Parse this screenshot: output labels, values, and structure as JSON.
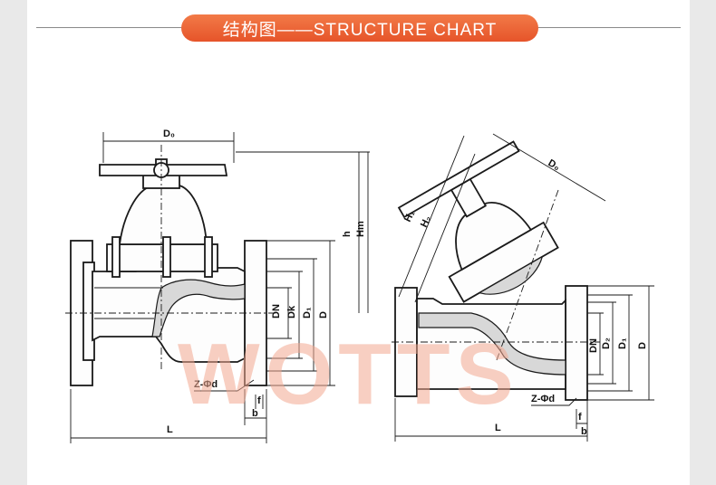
{
  "header": {
    "title": "结构图——STRUCTURE CHART",
    "accent_color": "#e95f33"
  },
  "watermark": "WOTTS",
  "left_valve": {
    "labels": {
      "d0": "D₀",
      "h": "h",
      "hm": "Hm",
      "dn": "DN",
      "dk": "Dk",
      "d1": "D₁",
      "d": "D",
      "bolts": "Z-Φd",
      "f": "f",
      "b": "b",
      "l": "L"
    }
  },
  "right_valve": {
    "labels": {
      "d0": "D₀",
      "h1": "H₁",
      "h2": "H₂",
      "dn": "DN",
      "d2": "D₂",
      "d1": "D₁",
      "d": "D",
      "bolts": "Z-Φd",
      "f": "f",
      "b": "b",
      "l": "L"
    }
  }
}
